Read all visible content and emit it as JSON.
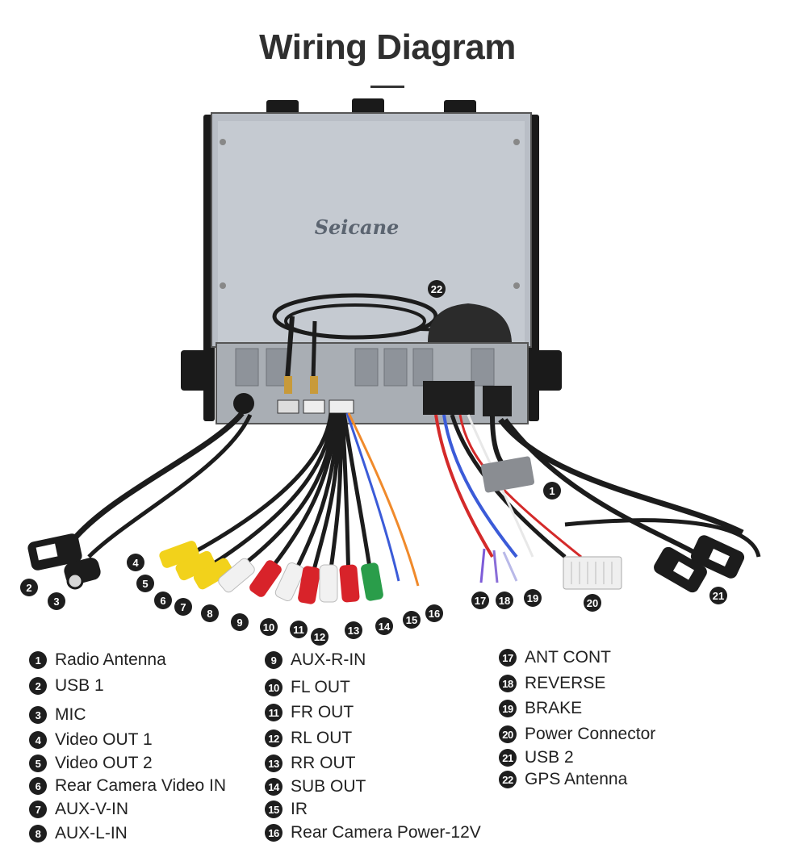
{
  "title": "Wiring Diagram",
  "brand": "Seicane",
  "callout_numbers": [
    "1",
    "2",
    "3",
    "4",
    "5",
    "6",
    "7",
    "8",
    "9",
    "10",
    "11",
    "12",
    "13",
    "14",
    "15",
    "16",
    "17",
    "18",
    "19",
    "20",
    "21",
    "22"
  ],
  "legend": [
    {
      "num": "1",
      "label": "Radio Antenna"
    },
    {
      "num": "2",
      "label": "USB 1"
    },
    {
      "num": "3",
      "label": "MIC"
    },
    {
      "num": "4",
      "label": "Video OUT 1"
    },
    {
      "num": "5",
      "label": "Video OUT 2"
    },
    {
      "num": "6",
      "label": "Rear Camera Video IN"
    },
    {
      "num": "7",
      "label": "AUX-V-IN"
    },
    {
      "num": "8",
      "label": "AUX-L-IN"
    },
    {
      "num": "9",
      "label": "AUX-R-IN"
    },
    {
      "num": "10",
      "label": "FL OUT"
    },
    {
      "num": "11",
      "label": "FR OUT"
    },
    {
      "num": "12",
      "label": "RL OUT"
    },
    {
      "num": "13",
      "label": "RR OUT"
    },
    {
      "num": "14",
      "label": "SUB OUT"
    },
    {
      "num": "15",
      "label": "IR"
    },
    {
      "num": "16",
      "label": "Rear Camera Power-12V"
    },
    {
      "num": "17",
      "label": "ANT CONT"
    },
    {
      "num": "18",
      "label": "REVERSE"
    },
    {
      "num": "19",
      "label": "BRAKE"
    },
    {
      "num": "20",
      "label": "Power Connector"
    },
    {
      "num": "21",
      "label": "USB 2"
    },
    {
      "num": "22",
      "label": "GPS Antenna"
    }
  ],
  "colors": {
    "unit_body": "#b9bec6",
    "cable": "#1c1c1c",
    "rca_yellow": "#f2d21b",
    "rca_white": "#f1f1f1",
    "rca_red": "#d8232a",
    "rca_green": "#2a9d4a",
    "wire_blue": "#3b5bd8",
    "wire_orange": "#f08a2b",
    "wire_red": "#d42a2a"
  }
}
